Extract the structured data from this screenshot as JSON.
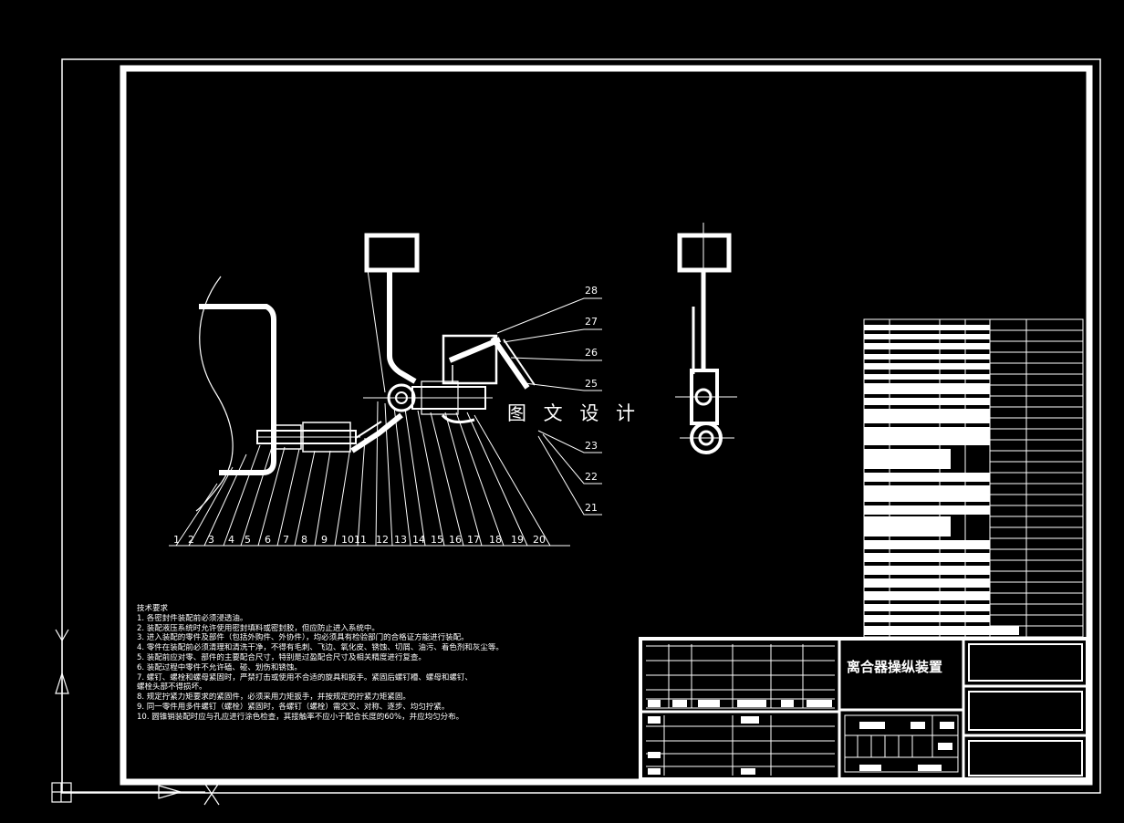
{
  "drawing": {
    "title": "离合器操纵装置",
    "watermark": "图 文 设 计",
    "bottom_labels": [
      "1",
      "2",
      "3",
      "4",
      "5",
      "6",
      "7",
      "8",
      "9",
      "10",
      "11",
      "12",
      "13",
      "14",
      "15",
      "16",
      "17",
      "18",
      "19",
      "20"
    ],
    "right_labels": [
      "28",
      "27",
      "26",
      "25",
      "23",
      "22",
      "21"
    ]
  },
  "notes": {
    "heading": "技术要求",
    "lines": [
      "1. 各密封件装配前必须浸透油。",
      "2. 装配液压系统时允许使用密封填料或密封胶，但应防止进入系统中。",
      "3. 进入装配的零件及部件（包括外购件、外协件），均必须具有检验部门的合格证方能进行装配。",
      "4. 零件在装配前必须清理和清洗干净，不得有毛刺、飞边、氧化皮、锈蚀、切屑、油污、着色剂和灰尘等。",
      "5. 装配前应对零、部件的主要配合尺寸，特别是过盈配合尺寸及相关精度进行复查。",
      "6. 装配过程中零件不允许磕、碰、划伤和锈蚀。",
      "7. 螺钉、螺栓和螺母紧固时，严禁打击或使用不合适的旋具和扳手。紧固后螺钉槽、螺母和螺钉、",
      "螺栓头部不得损坏。",
      "8. 规定拧紧力矩要求的紧固件，必须采用力矩扳手，并按规定的拧紧力矩紧固。",
      "9. 同一零件用多件螺钉（螺栓）紧固时，各螺钉（螺栓）需交叉、对称、逐步、均匀拧紧。",
      "10. 圆锥销装配时应与孔应进行涂色检查，其接触率不应小于配合长度的60%，并应均匀分布。"
    ]
  }
}
